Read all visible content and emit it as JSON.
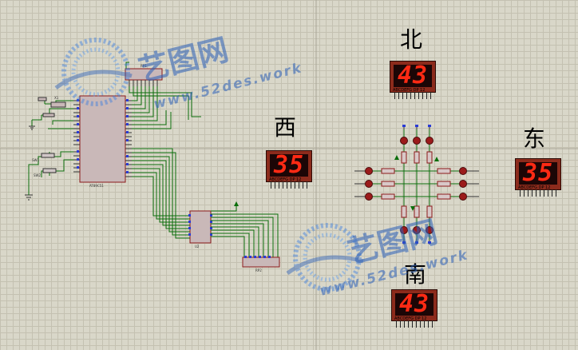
{
  "labels": {
    "north": "北",
    "west": "西",
    "east": "东",
    "south": "南"
  },
  "displays": {
    "north": {
      "value": "43",
      "pin_label": "ABCDEFG DP  12"
    },
    "west": {
      "value": "35",
      "pin_label": "ABCDEFG DP  12"
    },
    "east": {
      "value": "35",
      "pin_label": "ABCDEFG DP  12"
    },
    "south": {
      "value": "43",
      "pin_label": "ABCDEFG DP  12"
    }
  },
  "components": {
    "mcu_name": "AT89C51",
    "resistor_pack_top": "RP1",
    "driver_chip": "U2",
    "resistor_pack_bottom": "RP2",
    "crystal": "X1",
    "switch_1": "SW1",
    "switch_2": "SW2"
  },
  "watermarks": [
    {
      "brand": "艺图网",
      "url": "www.52des.work"
    },
    {
      "brand": "艺图网",
      "url": "www.52des.work"
    }
  ],
  "colors": {
    "background": "#d9d7c9",
    "grid": "#c4c1b1",
    "wire": "#0b6e0b",
    "chip_body": "#c9b8b8",
    "chip_border": "#8b1a1a",
    "led_red": "#9b1b1b",
    "resistor": "#d8c8c8",
    "display_digit": "#ff2a14",
    "watermark": "#2a5fb8"
  }
}
